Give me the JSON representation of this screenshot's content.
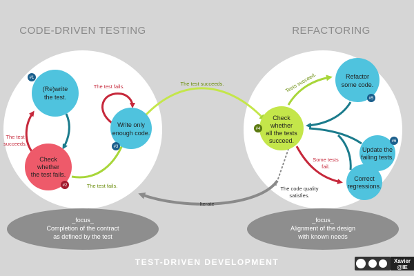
{
  "titles": {
    "left": "CODE-DRIVEN  TESTING",
    "right": "REFACTORING",
    "footer": "TEST-DRIVEN  DEVELOPMENT"
  },
  "nodes": {
    "rewrite": {
      "line1": "(Re)write",
      "line2": "the test.",
      "num": "#1"
    },
    "check_fail": {
      "line1": "Check",
      "line2": "whether",
      "line3": "the test fails.",
      "num": "#2"
    },
    "write_code": {
      "line1": "Write only",
      "line2": "enough code.",
      "num": "#3"
    },
    "check_all": {
      "line1": "Check",
      "line2": "whether",
      "line3": "all the tests",
      "line4": "succeed.",
      "num": "#4"
    },
    "refactor": {
      "line1": "Refactor",
      "line2": "some code.",
      "num": "#5"
    },
    "update": {
      "line1": "Update the",
      "line2": "failing tests.",
      "num": "#6"
    },
    "correct": {
      "line1": "Correct",
      "line2": "regressions."
    }
  },
  "labels": {
    "test_fails_top": "The test fails.",
    "test_succeeds_left_1": "The test",
    "test_succeeds_left_2": "succeeds.",
    "test_fails_bottom": "The test fails.",
    "test_succeeds_mid": "The test succeeds.",
    "tests_succeed": "Tests succeed.",
    "some_fail_1": "Some tests",
    "some_fail_2": "fail.",
    "quality_1": "The code quality",
    "quality_2": "satisfies.",
    "iterate": "Iterate"
  },
  "focus": {
    "left": {
      "title": "_focus_",
      "line1": "Completion of the contract",
      "line2": "as defined by the test"
    },
    "right": {
      "title": "_focus_",
      "line1": "Alignment of the design",
      "line2": "with known needs"
    }
  },
  "credit": {
    "line1": "Xavier",
    "line2": "@IE"
  },
  "colors": {
    "background": "#d6d6d6",
    "node_blue": "#4fc3de",
    "node_red": "#ee5a6a",
    "node_green": "#c4e64a",
    "arrow_teal": "#1b7b8c",
    "arrow_red": "#c6283b",
    "arrow_green": "#a8d63a",
    "iterate_grey": "#8a8a8a",
    "focus_ellipse": "#8e8e8e"
  }
}
